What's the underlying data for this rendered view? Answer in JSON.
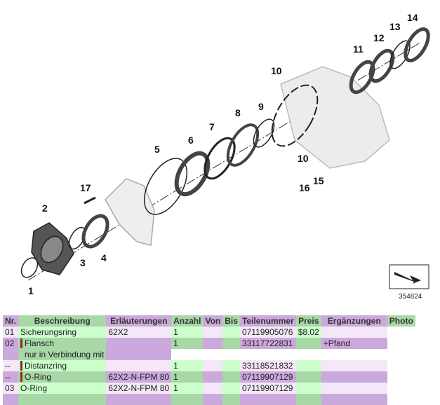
{
  "diagram": {
    "callouts": [
      "1",
      "2",
      "3",
      "4",
      "5",
      "6",
      "7",
      "8",
      "9",
      "10",
      "10",
      "11",
      "12",
      "13",
      "14",
      "15",
      "16",
      "17"
    ],
    "image_number": "354824"
  },
  "table": {
    "headers": [
      "Nr.",
      "Beschreibung",
      "Erläuterungen",
      "Anzahl",
      "Von",
      "Bis",
      "Teilenummer",
      "Preis",
      "Ergänzungen",
      "Photo"
    ],
    "rows": [
      {
        "nr": "01",
        "desc": "Sicherungsring",
        "note": "62X2",
        "qty": "1",
        "von": "",
        "bis": "",
        "part": "07119905076",
        "price": "$8.02",
        "extra": ""
      },
      {
        "nr": "02",
        "desc": "Flansch",
        "note": "",
        "qty": "1",
        "von": "",
        "bis": "",
        "part": "33117722831",
        "price": "",
        "extra": "+Pfand"
      },
      {
        "desc": "nur in Verbindung mit"
      },
      {
        "nr": "--",
        "desc": "Distanzring",
        "note": "",
        "qty": "1",
        "von": "",
        "bis": "",
        "part": "33118521832",
        "price": "",
        "extra": ""
      },
      {
        "nr": "--",
        "desc": "O-Ring",
        "note": "62X2-N-FPM 80",
        "qty": "1",
        "von": "",
        "bis": "",
        "part": "07119907129",
        "price": "",
        "extra": ""
      },
      {
        "nr": "03",
        "desc": "O-Ring",
        "note": "62X2-N-FPM 80",
        "qty": "1",
        "von": "",
        "bis": "",
        "part": "07119907129",
        "price": "",
        "extra": ""
      }
    ]
  }
}
